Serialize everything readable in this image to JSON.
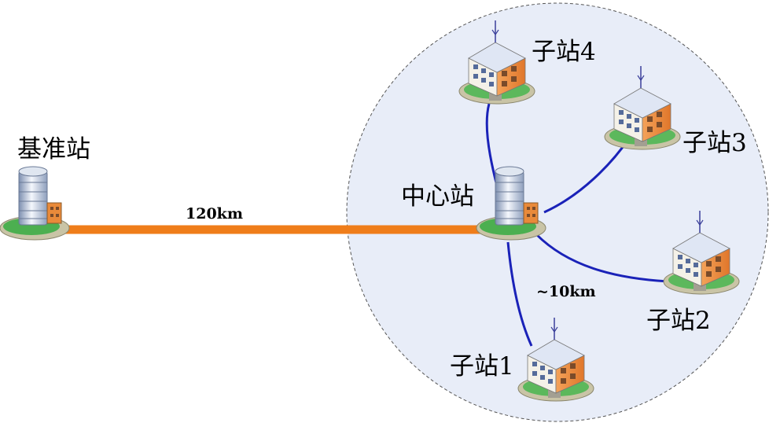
{
  "nodes": {
    "reference_station": "基准站",
    "central_station": "中心站",
    "sub_station_1": "子站1",
    "sub_station_2": "子站2",
    "sub_station_3": "子站3",
    "sub_station_4": "子站4"
  },
  "links": {
    "long_link_distance": "120km",
    "local_link_distance": "~10km"
  },
  "colors": {
    "long_link": "#ef7d1a",
    "local_link": "#1a22b8",
    "coverage_fill": "#e8edf8",
    "coverage_border": "#555555"
  }
}
